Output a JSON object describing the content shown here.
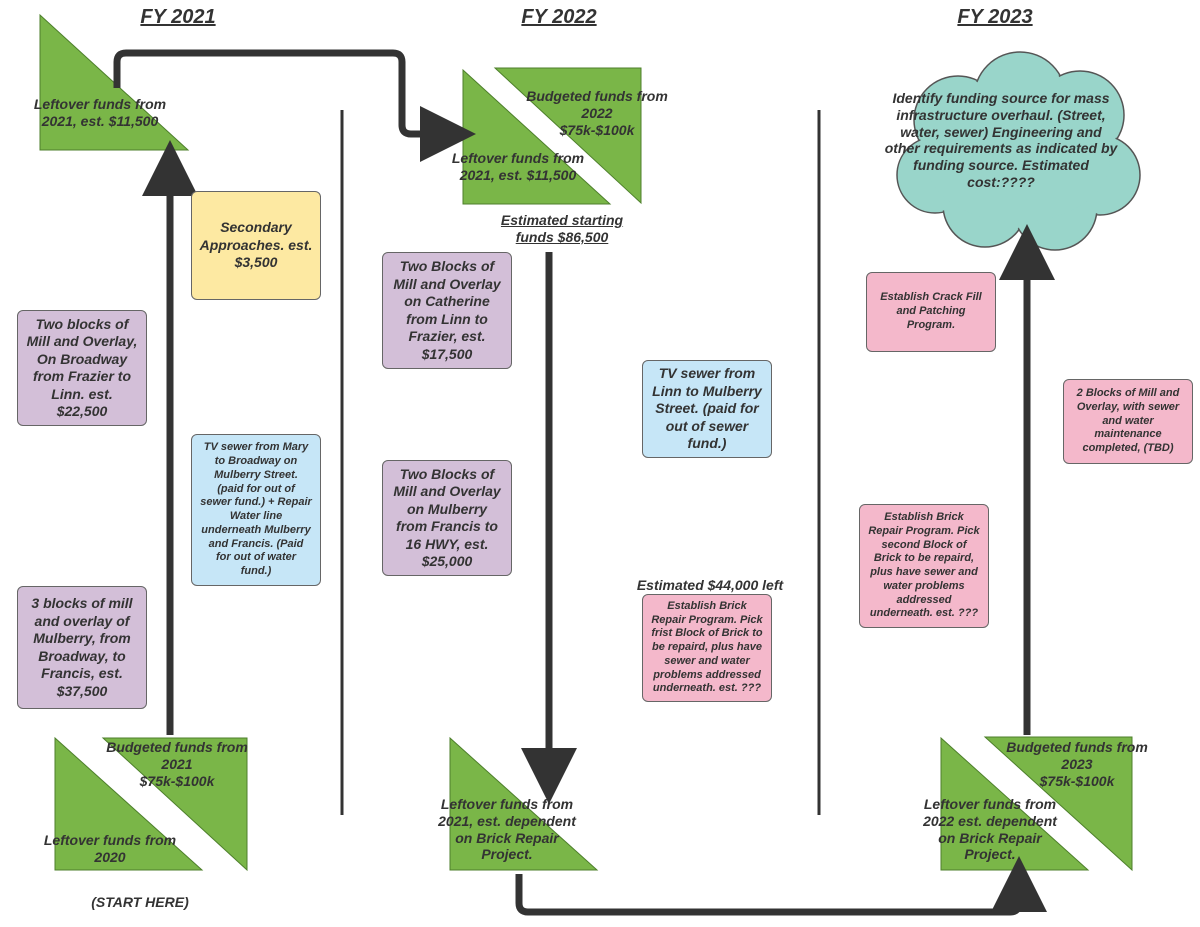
{
  "headers": [
    "FY 2021",
    "FY 2022",
    "FY 2023"
  ],
  "fy2021": {
    "leftover_top": [
      "Leftover funds from",
      "2021, est. $11,500"
    ],
    "secondary": [
      "Secondary",
      "Approaches. est.",
      "$3,500"
    ],
    "broadway": [
      "Two blocks of",
      "Mill and Overlay,",
      "On Broadway",
      "from  Frazier to",
      "Linn. est.",
      "$22,500"
    ],
    "tv_sewer": [
      "TV sewer from Mary",
      "to Broadway on",
      "Mulberry Street.",
      "(paid for out of",
      "sewer fund.) + Repair",
      "Water line",
      "underneath Mulberry",
      "and Francis. (Paid",
      "for out of water",
      "fund.)"
    ],
    "mulberry": [
      "3 blocks of mill",
      "and overlay of",
      "Mulberry, from",
      "Broadway, to",
      "Francis, est.",
      "$37,500"
    ],
    "budgeted": [
      "Budgeted funds from",
      "2021",
      "$75k-$100k"
    ],
    "leftover_bottom": [
      "Leftover funds from",
      "2020"
    ],
    "start": "(START HERE)"
  },
  "fy2022": {
    "budgeted": [
      "Budgeted funds from",
      "2022",
      "$75k-$100k"
    ],
    "leftover_top": [
      "Leftover funds from",
      "2021, est. $11,500"
    ],
    "starting": [
      "Estimated starting",
      "funds $86,500"
    ],
    "catherine": [
      "Two Blocks of",
      "Mill and Overlay",
      "on Catherine",
      "from Linn to",
      "Frazier, est.",
      "$17,500"
    ],
    "mulberry": [
      "Two Blocks of",
      "Mill and Overlay",
      "on Mulberry",
      "from Francis to",
      "16 HWY, est.",
      "$25,000"
    ],
    "tv_sewer": [
      "TV sewer from",
      "Linn to  Mulberry",
      "Street.  (paid for",
      "out of sewer",
      "fund.)"
    ],
    "left": "Estimated $44,000 left",
    "brick": [
      "Establish Brick",
      "Repair Program. Pick",
      "frist Block of Brick to",
      "be repaird, plus have",
      "sewer and water",
      "problems addressed",
      "underneath. est. ???"
    ],
    "leftover_bottom": [
      "Leftover funds from",
      "2021, est. dependent",
      "on Brick Repair",
      "Project."
    ]
  },
  "fy2023": {
    "cloud": [
      "Identify funding source for mass",
      "infrastructure overhaul. (Street,",
      "water, sewer) Engineering and",
      "other requirements as indicated by",
      "funding source. Estimated",
      "cost:????"
    ],
    "crack": [
      "Establish Crack Fill",
      "and Patching",
      "Program."
    ],
    "two_blocks": [
      "2 Blocks of Mill and",
      "Overlay, with sewer",
      "and water",
      "maintenance",
      "completed, (TBD)"
    ],
    "brick": [
      "Establish Brick",
      "Repair Program. Pick",
      "second Block of",
      "Brick to be repaird,",
      "plus have sewer and",
      "water problems",
      "addressed",
      "underneath. est. ???"
    ],
    "budgeted": [
      "Budgeted funds from",
      "2023",
      "$75k-$100k"
    ],
    "leftover": [
      "Leftover funds from",
      "2022 est. dependent",
      "on Brick Repair",
      "Project."
    ]
  },
  "colors": {
    "green": "#7ab648",
    "purple": "#d3bfd8",
    "yellow": "#fde9a2",
    "blue": "#c6e6f7",
    "pink": "#f4b8cb",
    "teal": "#99d5ca",
    "arrow": "#333333"
  }
}
